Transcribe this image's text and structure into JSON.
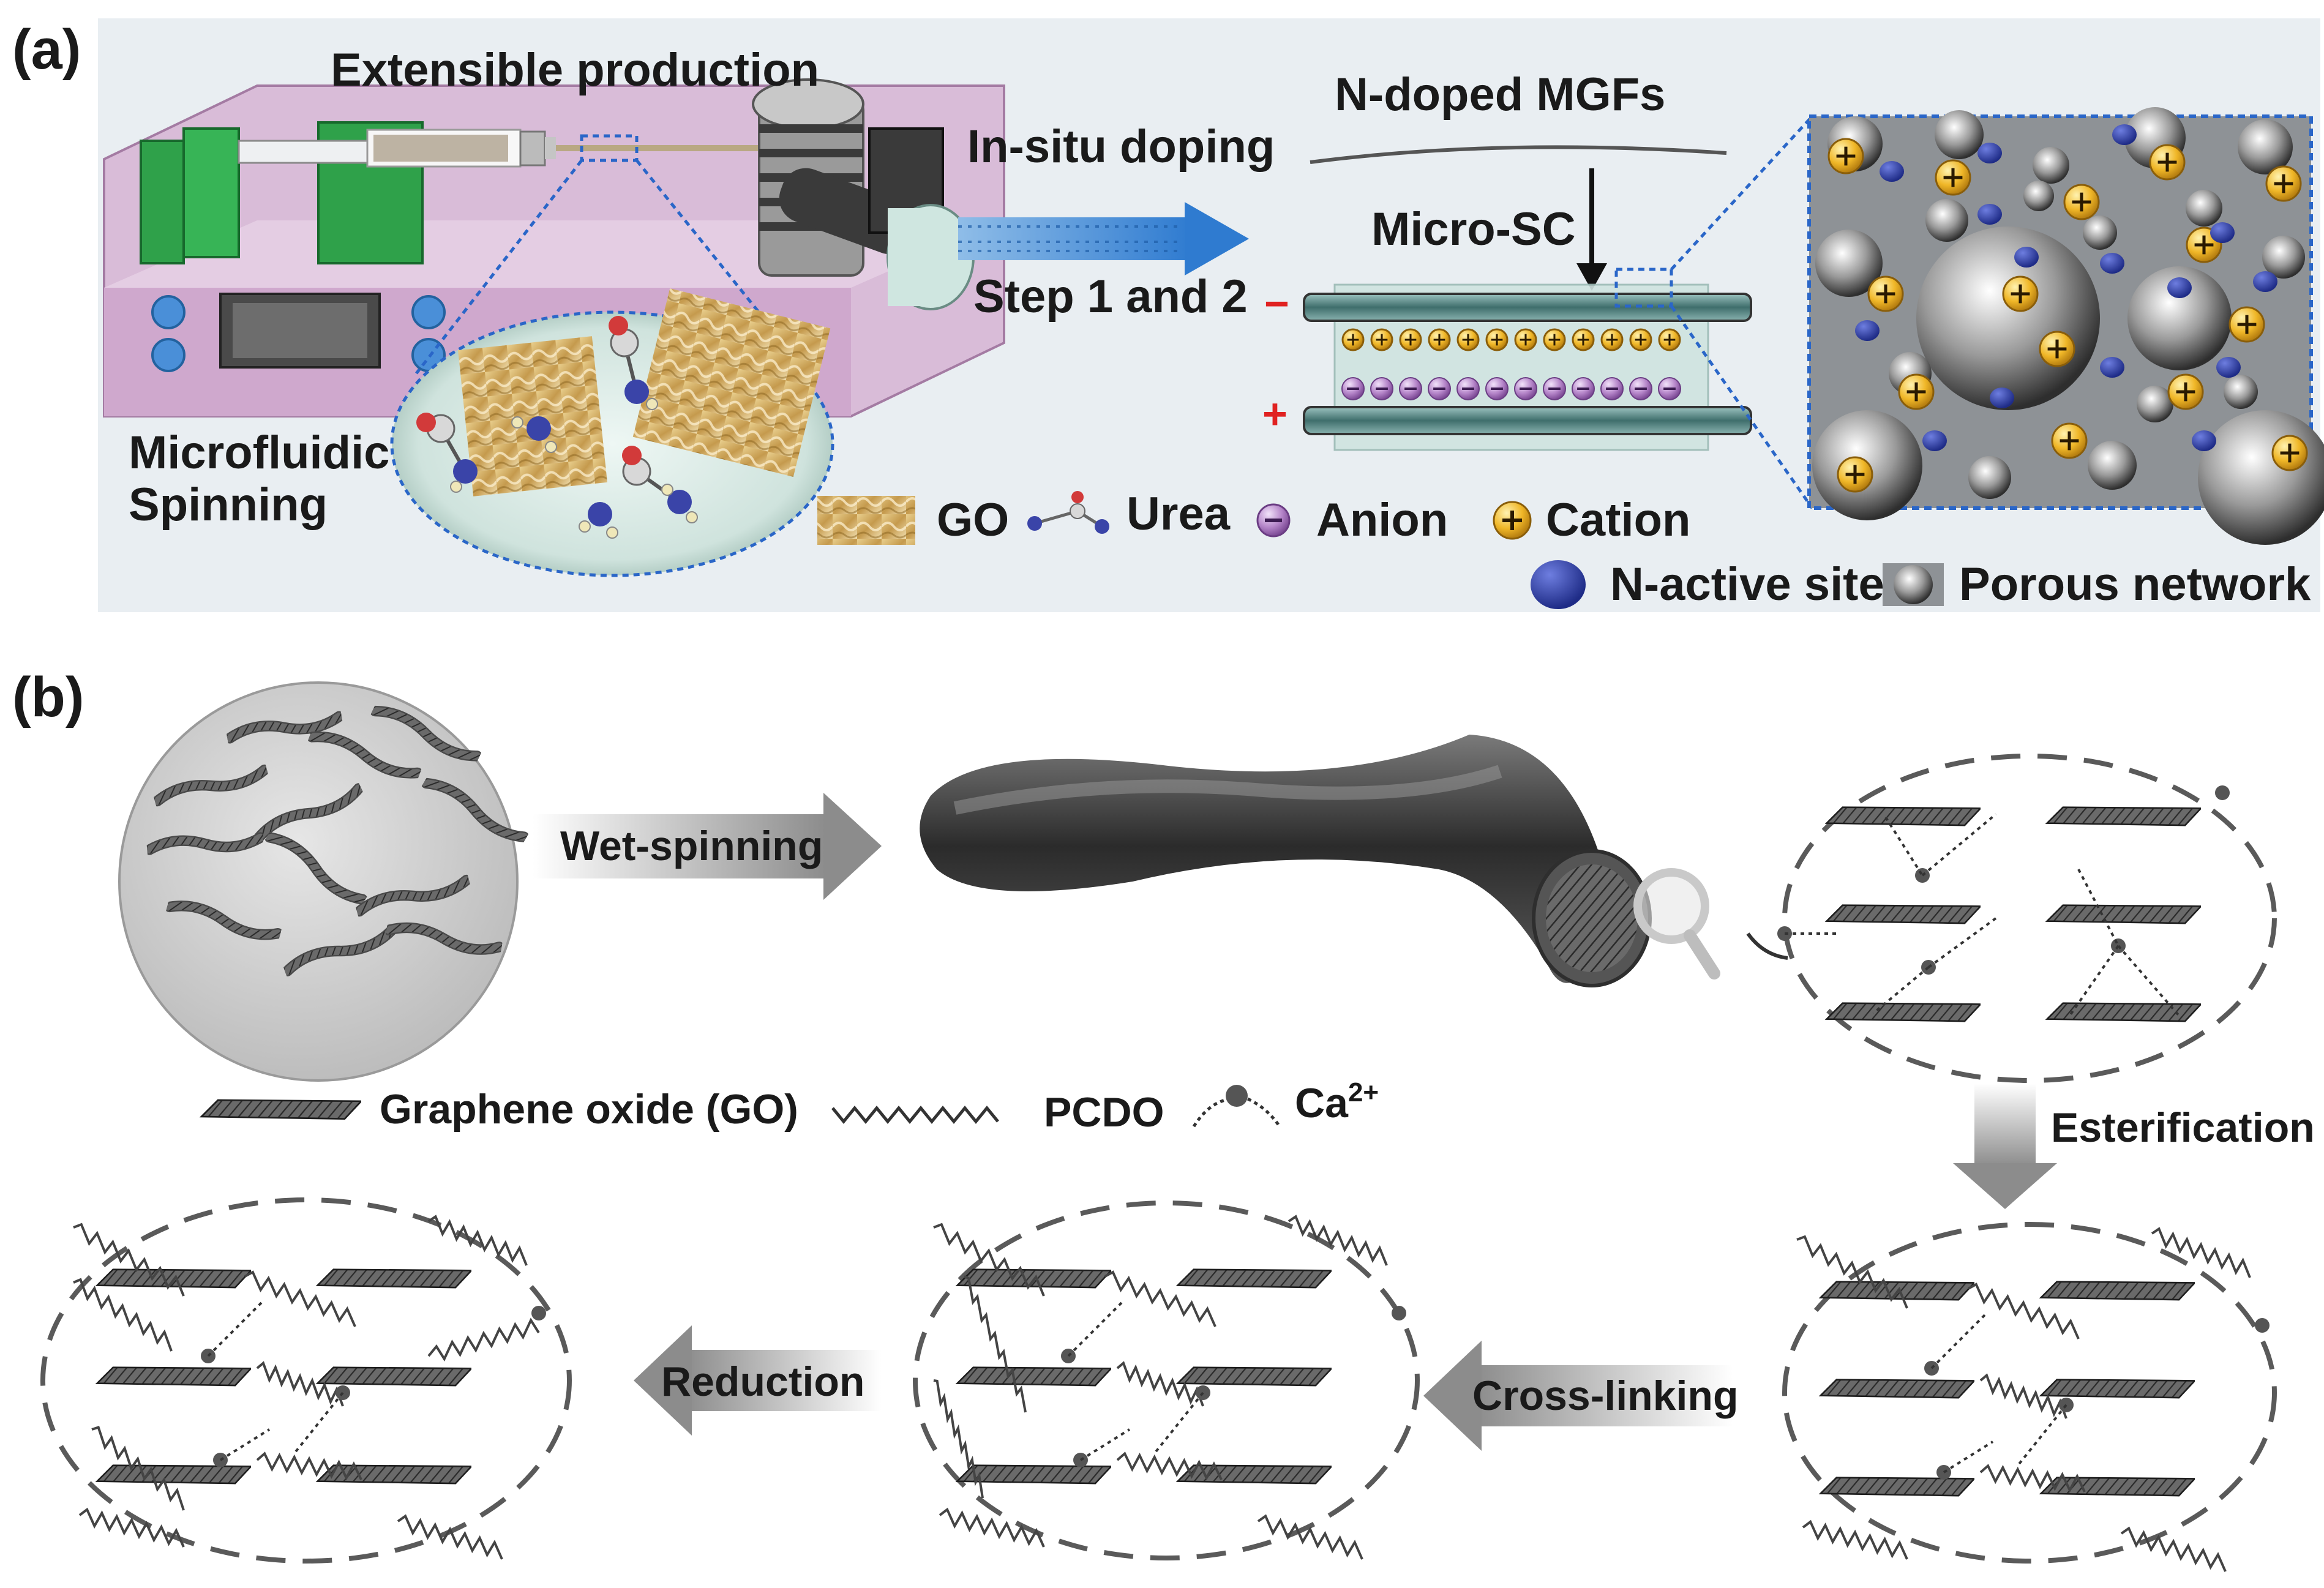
{
  "panel_a": {
    "label": "(a)",
    "title_left": "Extensible production",
    "title_right": "N-doped MGFs",
    "process_top": "In-situ doping",
    "process_bottom": "Step 1 and  2",
    "device_label": "Micro-SC",
    "method_line1": "Microfluidic",
    "method_line2": "Spinning",
    "minus_sign": "−",
    "plus_sign": "+",
    "legend": {
      "go": "GO",
      "urea": "Urea",
      "anion": "Anion",
      "cation": "Cation",
      "n_active": "N-active site",
      "porous": "Porous network"
    },
    "colors": {
      "background": "#e8eef3",
      "pump_pink": "#d8b7d6",
      "pump_green": "#2fa14a",
      "arrow_blue": "#3d86d1",
      "cation_gold": "#f0b728",
      "anion_purple": "#b585c9",
      "n_site_blue": "#2f3fa8",
      "dotted_frame": "#2a66c8"
    }
  },
  "panel_b": {
    "label": "(b)",
    "step_wet_spinning": "Wet-spinning",
    "step_esterification": "Esterification",
    "step_cross_linking": "Cross-linking",
    "step_reduction": "Reduction",
    "legend": {
      "go": "Graphene oxide (GO)",
      "pcdo": "PCDO",
      "ca": "Ca",
      "ca_charge": "2+"
    },
    "colors": {
      "fiber": "#3a3a3a",
      "dashed": "#555555",
      "arrow_gray": "#8f8f8f"
    }
  }
}
